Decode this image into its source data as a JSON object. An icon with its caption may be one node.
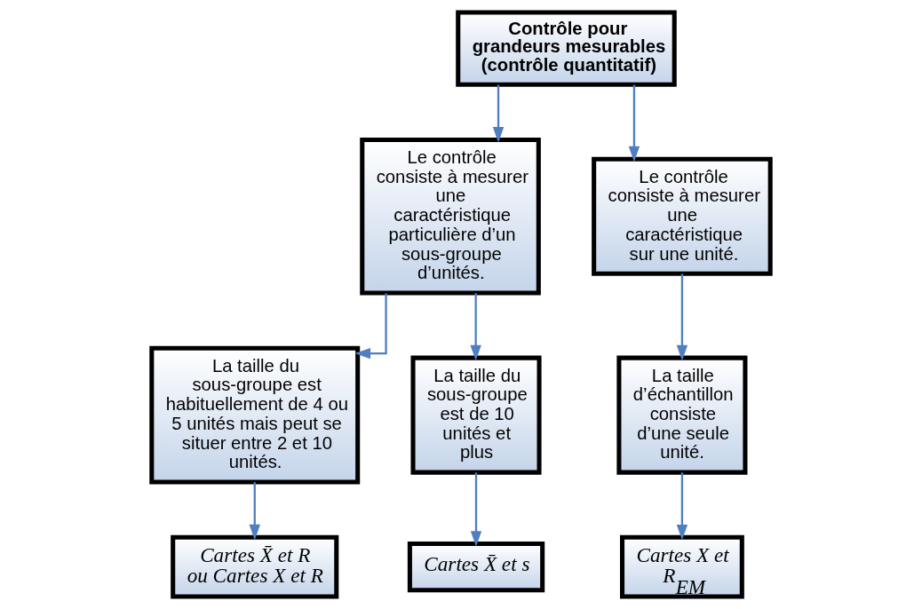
{
  "diagram": {
    "nodes": [
      {
        "text": [
          "Contrôle pour grandeurs mesurables (contrôle quantitatif)"
        ]
      },
      {
        "text": [
          "Le contrôle consiste à mesurer une caractéristique particulière d’un sous-groupe d’unités."
        ]
      },
      {
        "text": [
          "Le contrôle consiste à mesurer une caractéristique sur une unité."
        ]
      },
      {
        "text": [
          "La taille du sous-groupe est habituellement de 4 ou 5 unités mais peut se situer entre 2 et 10 unités."
        ]
      },
      {
        "text": [
          "La taille du sous-groupe est de 10 unités et plus"
        ]
      },
      {
        "text": [
          "La taille d’échantillon consiste d’une seule unité."
        ]
      },
      {
        "text": [
          "Cartes X̄ et R ou Cartes X et R"
        ]
      },
      {
        "text": [
          "Cartes X̄ et s"
        ]
      },
      {
        "text": [
          "Cartes X et R$_{EM}$"
        ]
      }
    ],
    "edges": [
      {
        "from": 0,
        "to": 1,
        "arrow": "to"
      },
      {
        "from": 0,
        "to": 2,
        "arrow": "to"
      },
      {
        "from": 1,
        "to": 3,
        "arrow": "to"
      },
      {
        "from": 1,
        "to": 4,
        "arrow": "to"
      },
      {
        "from": 2,
        "to": 5,
        "arrow": "to"
      },
      {
        "from": 3,
        "to": 6,
        "arrow": "to"
      },
      {
        "from": 4,
        "to": 7,
        "arrow": "to"
      },
      {
        "from": 5,
        "to": 8,
        "arrow": "to"
      }
    ]
  }
}
